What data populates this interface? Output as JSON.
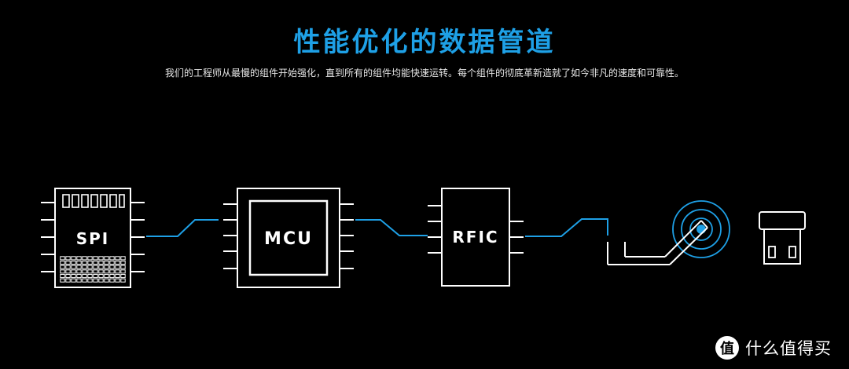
{
  "header": {
    "title": "性能优化的数据管道",
    "subtitle": "我们的工程师从最慢的组件开始强化，直到所有的组件均能快速运转。每个组件的彻底革新造就了如今非凡的速度和可靠性。"
  },
  "pipeline": {
    "components": [
      {
        "label": "SPI"
      },
      {
        "label": "MCU"
      },
      {
        "label": "RFIC"
      }
    ]
  },
  "watermark": {
    "icon_glyph": "值",
    "text": "什么值得买"
  },
  "colors": {
    "accent": "#1ea0e6",
    "line": "#ffffff",
    "background": "#000000"
  }
}
